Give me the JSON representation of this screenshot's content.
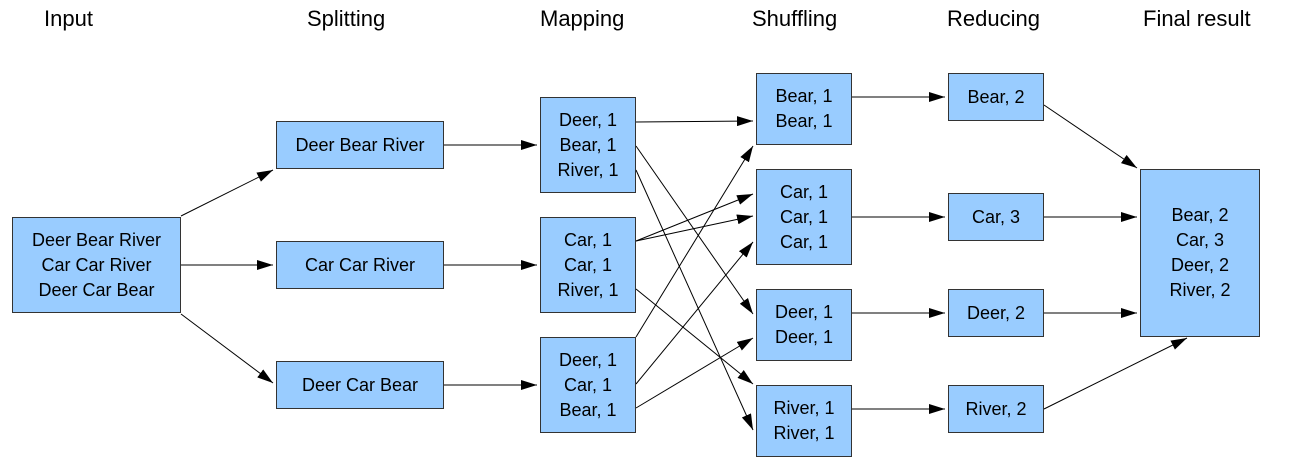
{
  "stages": {
    "input": "Input",
    "splitting": "Splitting",
    "mapping": "Mapping",
    "shuffling": "Shuffling",
    "reducing": "Reducing",
    "final": "Final result"
  },
  "input_box": [
    "Deer Bear River",
    "Car Car River",
    "Deer Car Bear"
  ],
  "splitting": [
    [
      "Deer Bear River"
    ],
    [
      "Car Car River"
    ],
    [
      "Deer Car Bear"
    ]
  ],
  "mapping": [
    [
      "Deer, 1",
      "Bear, 1",
      "River, 1"
    ],
    [
      "Car, 1",
      "Car, 1",
      "River, 1"
    ],
    [
      "Deer, 1",
      "Car, 1",
      "Bear, 1"
    ]
  ],
  "shuffling": [
    [
      "Bear, 1",
      "Bear, 1"
    ],
    [
      "Car, 1",
      "Car, 1",
      "Car, 1"
    ],
    [
      "Deer, 1",
      "Deer, 1"
    ],
    [
      "River, 1",
      "River, 1"
    ]
  ],
  "reducing": [
    [
      "Bear, 2"
    ],
    [
      "Car, 3"
    ],
    [
      "Deer, 2"
    ],
    [
      "River, 2"
    ]
  ],
  "final_box": [
    "Bear, 2",
    "Car, 3",
    "Deer, 2",
    "River, 2"
  ],
  "colors": {
    "box_fill": "#99ccff",
    "box_border": "#333333",
    "arrow": "#000000"
  }
}
